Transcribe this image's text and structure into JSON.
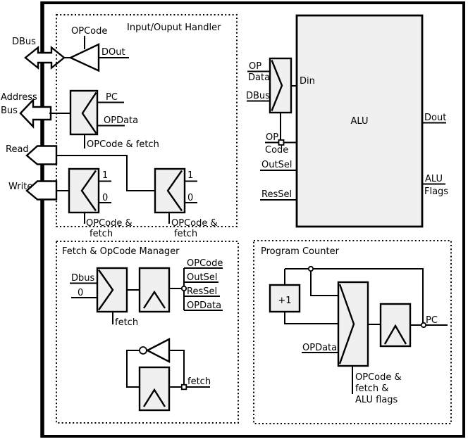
{
  "left_bus": {
    "dbus": "DBus",
    "address_line1": "Address",
    "address_line2": "Bus",
    "read": "Read",
    "write": "Write"
  },
  "io_handler": {
    "title": "Input/Ouput Handler",
    "buffer_opcode": "OPCode",
    "buffer_dout": "DOut",
    "addr_mux_pc": "PC",
    "addr_mux_opdata": "OPData",
    "addr_mux_select": "OPCode & fetch",
    "write_mux_one": "1",
    "write_mux_zero": "0",
    "write_mux_select_line1": "OPCode &",
    "write_mux_select_line2": "fetch",
    "read_mux_one": "1",
    "read_mux_zero": "0",
    "read_mux_select_line1": "OPCode &",
    "read_mux_select_line2": "fetch"
  },
  "alu": {
    "title": "ALU",
    "din_mux_in1_line1": "OP",
    "din_mux_in1_line2": "Data",
    "din_mux_in2": "DBus",
    "din": "Din",
    "opcode_line1": "OP",
    "opcode_line2": "Code",
    "outsel": "OutSel",
    "ressel": "ResSel",
    "dout": "Dout",
    "flags_line1": "ALU",
    "flags_line2": "Flags"
  },
  "fetch_manager": {
    "title": "Fetch & OpCode Manager",
    "mux_dbus": "Dbus",
    "mux_zero": "0",
    "mux_select": "fetch",
    "outputs": [
      "OPCode",
      "OutSel",
      "ResSel",
      "OPData"
    ],
    "toggle_output": "fetch"
  },
  "program_counter": {
    "title": "Program Counter",
    "incrementer": "+1",
    "opdata": "OPData",
    "select_line1": "OPCode &",
    "select_line2": "fetch &",
    "select_line3": "ALU flags",
    "pc": "PC"
  }
}
